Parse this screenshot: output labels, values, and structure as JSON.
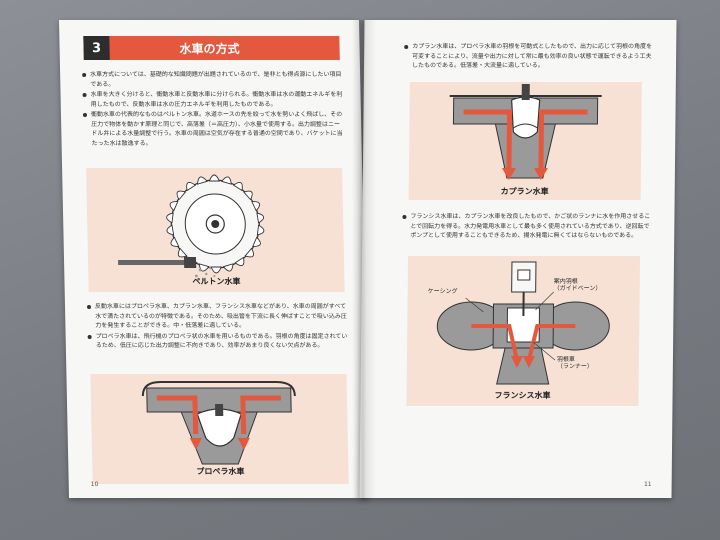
{
  "section": {
    "number": "3",
    "title": "水車の方式"
  },
  "left_page": {
    "intro_bullets": [
      "水車方式については、基礎的な知識問題が出題されているので、是非とも得点源にしたい項目である。",
      "水車を大きく分けると、衝動水車と反動水車に分けられる。衝動水車は水の運動エネルギを利用したもので、反動水車は水の圧力エネルギを利用したものである。",
      "衝動水車の代表的なものはペルトン水車。水道ホースの先を絞って水を勢いよく飛ばし、その圧力で物体を動かす原理と同じで、高落差（＝高圧力）、小水量で使用する。出力調整はニードル弁による水量調整で行う。水車の周囲は空気が存在する普通の空間であり、バケットに当たった水は散逸する。"
    ],
    "fig1_caption": "ペルトン水車",
    "mid_bullets": [
      "反動水車にはプロペラ水車、カプラン水車、フランシス水車などがあり、水車の周囲がすべて水で満たされているのが特徴である。そのため、吸出管を下流に長く伸ばすことで吸い込み圧力を発生することができる。中・低落差に適している。",
      "プロペラ水車は、飛行機のプロペラ状の水車を用いるものである。羽根の角度は固定されているため、低圧に応じた出力調整に不向きであり、効率があまり良くない欠点がある。"
    ],
    "fig3_caption": "プロペラ水車",
    "page_number": "10"
  },
  "right_page": {
    "kaplan_bullet": "カプラン水車は、プロペラ水車の羽根を可動式としたもので、出力に応じて羽根の角度を可変することにより、流量や出力に対して常に最も効率の良い状態で運転できるよう工夫したものである。低落差・大流量に適している。",
    "fig2_caption": "カプラン水車",
    "francis_bullet": "フランシス水車は、カプラン水車を改良したもので、かご状のランナに水を作用させることで回転力を得る。水力発電用水車として最も多く使用されている方式であり、逆回転でポンプとして使用することもできるため、揚水発電に無くてはならないものである。",
    "fig4_labels": {
      "casing": "ケーシング",
      "guide_vane": "案内羽根\n（ガイドベーン）",
      "runner": "羽根車\n（ランナー）"
    },
    "fig4_caption": "フランシス水車",
    "page_number": "11"
  },
  "colors": {
    "accent": "#e4583e",
    "figure_bg": "#f6e1d4",
    "diagram_gray": "#9a9a9a"
  }
}
